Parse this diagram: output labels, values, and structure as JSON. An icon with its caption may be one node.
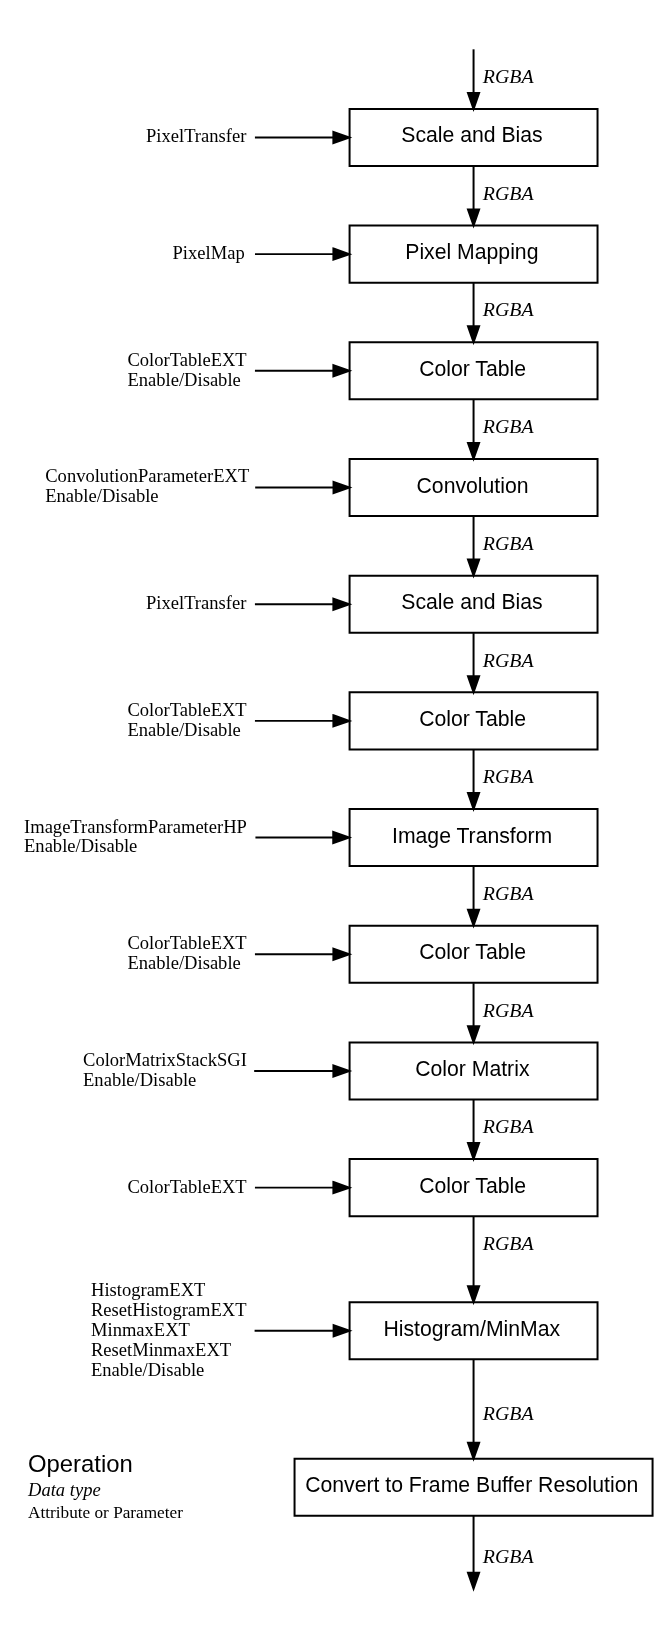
{
  "diagram": {
    "nodes": [
      {
        "text": [
          "PixelTransfer"
        ]
      },
      {
        "text": [
          "Scale and Bias"
        ]
      },
      {
        "text": [
          "PixelMap"
        ]
      },
      {
        "text": [
          "Pixel Mapping"
        ]
      },
      {
        "text": [
          "ColorTableEXT",
          "Enable/Disable"
        ]
      },
      {
        "text": [
          "Color Table"
        ]
      },
      {
        "text": [
          "ConvolutionParameterEXT",
          "Enable/Disable"
        ]
      },
      {
        "text": [
          "Convolution"
        ]
      },
      {
        "text": [
          "PixelTransfer"
        ]
      },
      {
        "text": [
          "Scale and Bias"
        ]
      },
      {
        "text": [
          "ColorTableEXT",
          "Enable/Disable"
        ]
      },
      {
        "text": [
          "Color Table"
        ]
      },
      {
        "text": [
          "ImageTransformParameterHP",
          "Enable/Disable"
        ]
      },
      {
        "text": [
          "Image Transform"
        ]
      },
      {
        "text": [
          "ColorTableEXT",
          "Enable/Disable"
        ]
      },
      {
        "text": [
          "Color Table"
        ]
      },
      {
        "text": [
          "ColorMatrixStackSGI",
          "Enable/Disable"
        ]
      },
      {
        "text": [
          "Color Matrix"
        ]
      },
      {
        "text": [
          "ColorTableEXT"
        ]
      },
      {
        "text": [
          "Color Table"
        ]
      },
      {
        "text": [
          "HistogramEXT",
          "ResetHistogramEXT",
          "MinmaxEXT",
          "ResetMinmaxEXT",
          "Enable/Disable"
        ]
      },
      {
        "text": [
          "Histogram/MinMax"
        ]
      },
      {
        "text": [
          "Convert to Frame Buffer Resolution"
        ]
      }
    ],
    "edges": [
      {
        "from": null,
        "to": 1,
        "arrow": "to",
        "label": "RGBA"
      },
      {
        "from": 0,
        "to": 1,
        "arrow": "to"
      },
      {
        "from": 1,
        "to": 3,
        "arrow": "to",
        "label": "RGBA"
      },
      {
        "from": 2,
        "to": 3,
        "arrow": "to"
      },
      {
        "from": 3,
        "to": 5,
        "arrow": "to",
        "label": "RGBA"
      },
      {
        "from": 4,
        "to": 5,
        "arrow": "to"
      },
      {
        "from": 5,
        "to": 7,
        "arrow": "to",
        "label": "RGBA"
      },
      {
        "from": 6,
        "to": 7,
        "arrow": "to"
      },
      {
        "from": 7,
        "to": 9,
        "arrow": "to",
        "label": "RGBA"
      },
      {
        "from": 8,
        "to": 9,
        "arrow": "to"
      },
      {
        "from": 9,
        "to": 11,
        "arrow": "to",
        "label": "RGBA"
      },
      {
        "from": 10,
        "to": 11,
        "arrow": "to"
      },
      {
        "from": 11,
        "to": 13,
        "arrow": "to",
        "label": "RGBA"
      },
      {
        "from": 12,
        "to": 13,
        "arrow": "to"
      },
      {
        "from": 13,
        "to": 15,
        "arrow": "to",
        "label": "RGBA"
      },
      {
        "from": 14,
        "to": 15,
        "arrow": "to"
      },
      {
        "from": 15,
        "to": 17,
        "arrow": "to",
        "label": "RGBA"
      },
      {
        "from": 16,
        "to": 17,
        "arrow": "to"
      },
      {
        "from": 17,
        "to": 19,
        "arrow": "to",
        "label": "RGBA"
      },
      {
        "from": 18,
        "to": 19,
        "arrow": "to"
      },
      {
        "from": 19,
        "to": 21,
        "arrow": "to",
        "label": "RGBA"
      },
      {
        "from": 20,
        "to": 21,
        "arrow": "to"
      },
      {
        "from": 21,
        "to": 22,
        "arrow": "to",
        "label": "RGBA"
      },
      {
        "from": 22,
        "to": null,
        "arrow": "to",
        "label": "RGBA"
      }
    ],
    "legend": [
      {
        "text": "Operation"
      },
      {
        "text": "Data type"
      },
      {
        "text": "Attribute or Parameter"
      }
    ]
  }
}
